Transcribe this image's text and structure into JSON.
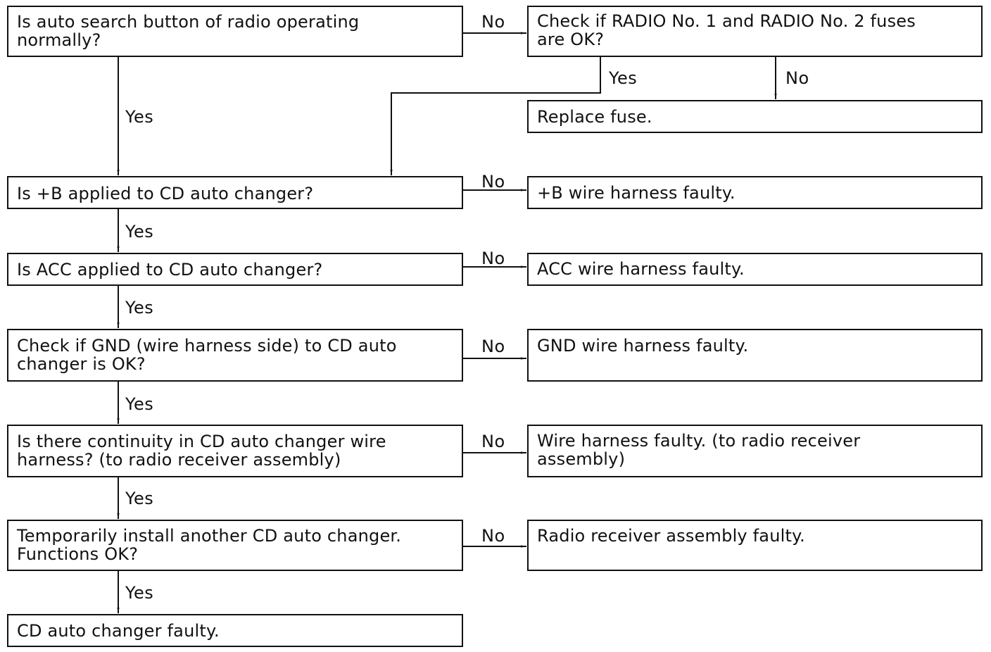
{
  "boxes": {
    "radio_check": "Is auto search button of radio operating\nnormally?",
    "fuse_check": "Check if RADIO No. 1 and RADIO No. 2 fuses\nare OK?",
    "replace_fuse": "Replace fuse.",
    "plusb_check": "Is +B applied to CD auto changer?",
    "plusb_fault": "+B wire harness faulty.",
    "acc_check": "Is ACC applied to CD auto changer?",
    "acc_fault": "ACC wire harness faulty.",
    "gnd_check": "Check if GND (wire harness side) to CD auto\nchanger is OK?",
    "gnd_fault": "GND wire harness faulty.",
    "continuity_check": "Is there continuity in CD auto changer wire\nharness?  (to radio receiver assembly)",
    "continuity_fault": "Wire harness faulty.  (to radio receiver\nassembly)",
    "temp_install": "Temporarily install another CD auto changer.\nFunctions OK?",
    "receiver_fault": "Radio receiver assembly faulty.",
    "changer_fault": "CD auto changer faulty."
  },
  "labels": {
    "yes": "Yes",
    "no": "No"
  }
}
